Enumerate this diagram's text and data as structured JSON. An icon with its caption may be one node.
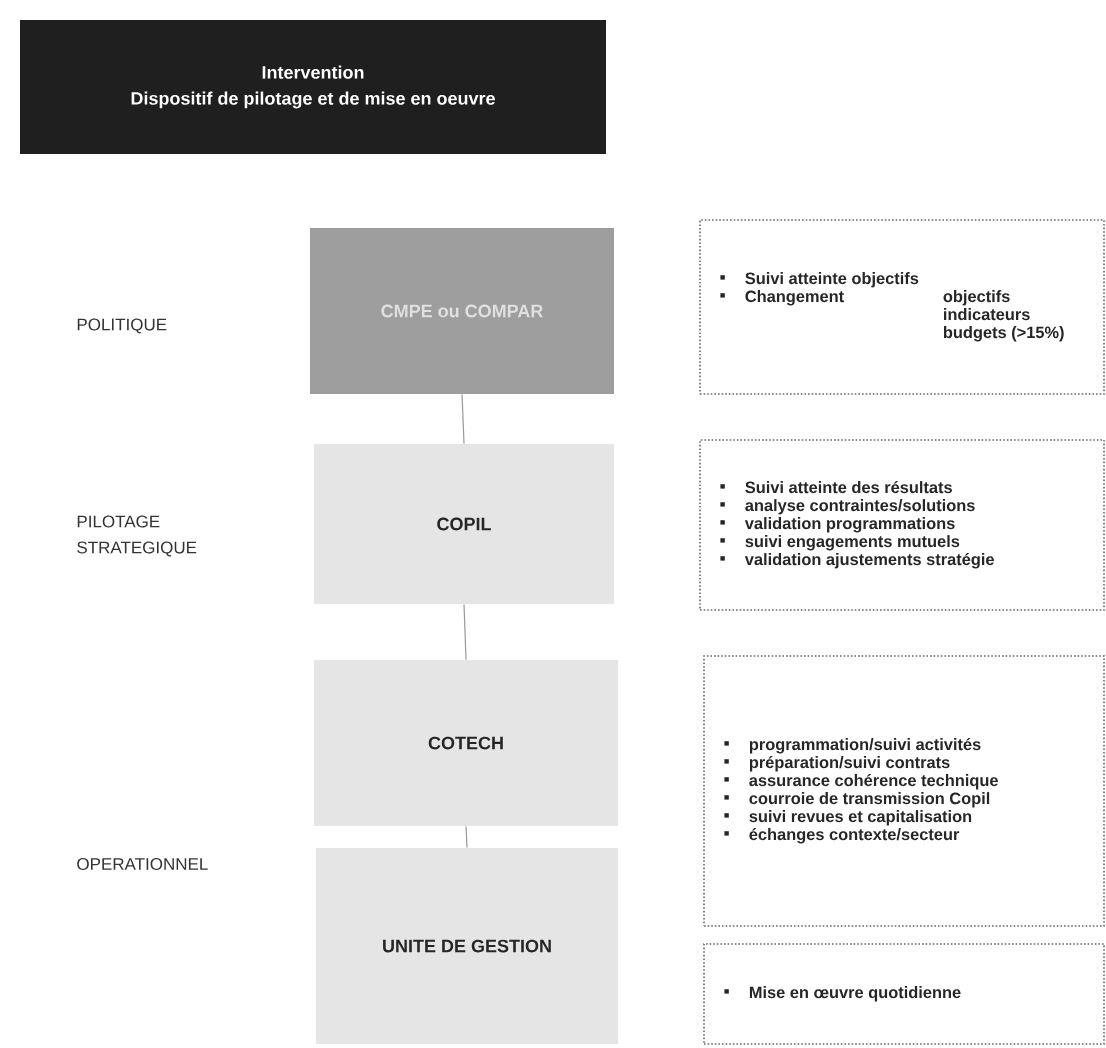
{
  "diagram": {
    "nodes": [
      {
        "text": [
          "Intervention",
          "Dispositif de pilotage et de mise en oeuvre"
        ]
      },
      {
        "text": [
          "CMPE ou COMPAR"
        ]
      },
      {
        "text": [
          "COPIL"
        ]
      },
      {
        "text": [
          "COTECH"
        ]
      },
      {
        "text": [
          "UNITE DE GESTION"
        ]
      },
      {
        "text": [
          "Suivi atteinte objectifs",
          "Changement",
          "objectifs",
          "indicateurs",
          "budgets (>15%)"
        ]
      },
      {
        "text": [
          "Suivi atteinte des résultats",
          "analyse contraintes/solutions",
          "validation programmations",
          "suivi engagements mutuels",
          "validation ajustements stratégie"
        ]
      },
      {
        "text": [
          "programmation/suivi activités",
          "préparation/suivi contrats",
          "assurance cohérence technique",
          "courroie de transmission Copil",
          "suivi revues et capitalisation",
          "échanges contexte/secteur"
        ]
      },
      {
        "text": [
          "Mise en œuvre quotidienne"
        ]
      }
    ],
    "edges": [
      {
        "from": 1,
        "to": 2,
        "arrow": "none"
      },
      {
        "from": 2,
        "to": 3,
        "arrow": "none"
      },
      {
        "from": 3,
        "to": 4,
        "arrow": "none"
      }
    ],
    "labels": [
      "POLITIQUE",
      "PILOTAGE STRATEGIQUE",
      "OPERATIONNEL"
    ]
  }
}
